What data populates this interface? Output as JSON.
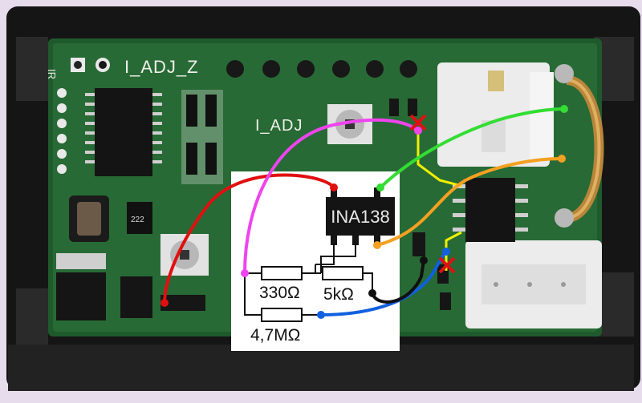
{
  "board": {
    "silk_top": "I_ADJ_Z",
    "silk_mid": "I_ADJ",
    "silk_ir": "IR",
    "smd_code": "222"
  },
  "schematic": {
    "ic_label": "INA138",
    "r1_label": "330Ω",
    "r2_label": "5kΩ",
    "r3_label": "4,7MΩ"
  },
  "wires": {
    "red": "#e01010",
    "magenta": "#ee44ee",
    "green": "#33dd33",
    "orange": "#f5a020",
    "blue": "#1060e0",
    "black": "#101010"
  }
}
